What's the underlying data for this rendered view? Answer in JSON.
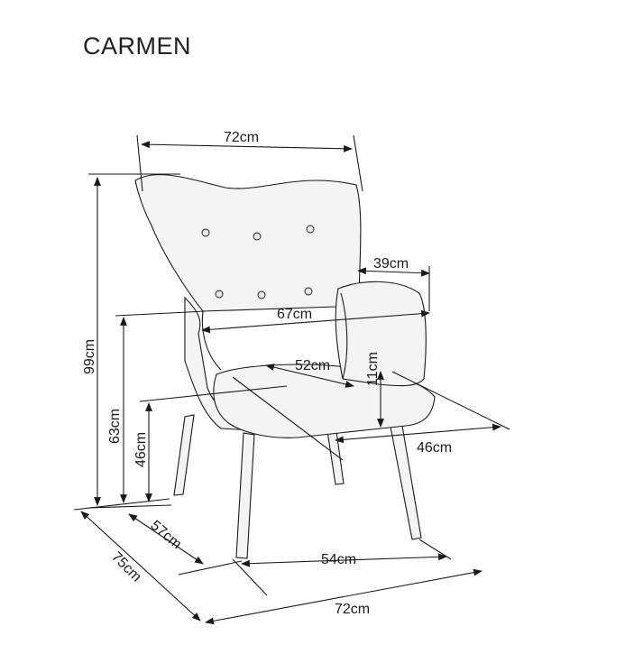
{
  "title": "CARMEN",
  "dimensions": {
    "top_width": "72cm",
    "armrest_depth": "39cm",
    "seat_inner_width": "67cm",
    "total_height": "99cm",
    "armrest_height": "63cm",
    "seat_depth": "52cm",
    "cushion_thickness": "11cm",
    "seat_height": "46cm",
    "right_depth": "46cm",
    "leg_depth": "57cm",
    "total_depth": "75cm",
    "leg_width": "54cm",
    "base_width": "72cm"
  },
  "colors": {
    "stroke": "#1a1a1a",
    "fill": "#f3f3f3"
  }
}
